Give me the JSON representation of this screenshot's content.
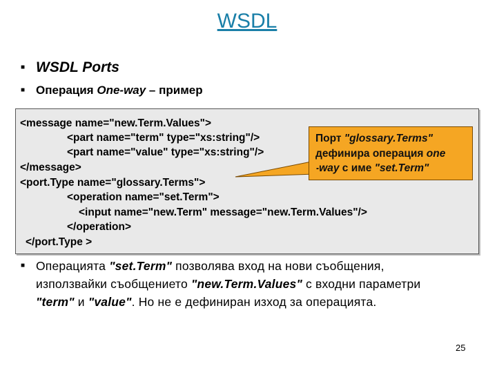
{
  "title": "WSDL",
  "bullets": {
    "b1": "WSDL Ports",
    "b2_prefix": "Операция ",
    "b2_italic": "One-way",
    "b2_suffix": " – пример"
  },
  "code_lines": [
    "<message name=\"new.Term.Values\">",
    "<part name=\"term\" type=\"xs:string\"/>",
    "<part name=\"value\" type=\"xs:string\"/>",
    "</message>",
    "<port.Type name=\"glossary.Terms\">",
    "<operation name=\"set.Term\">",
    "<input name=\"new.Term\" message=\"new.Term.Values\"/>",
    "</operation>",
    "</port.Type >"
  ],
  "callout": {
    "line1_prefix": "Порт ",
    "line1_italic": "\"glossary.Terms\"",
    "line2_prefix": "дефинира операция ",
    "line2_italic": "one",
    "line3_italic": "-way",
    "line3_mid": " с име ",
    "line3_italic2": "\"set.Term\""
  },
  "paragraph": {
    "l1_prefix": "Операцията ",
    "l1_bold": "\"set.Term\"",
    "l1_suffix": " позволява вход на нови съобщения,",
    "l2_prefix": "използвайки съобщението ",
    "l2_bold": "\"new.Term.Values\"",
    "l2_suffix": " с входни параметри",
    "l3_bold1": "\"term\"",
    "l3_mid": " и ",
    "l3_bold2": "\"value\"",
    "l3_suffix": ". Но не е дефиниран изход за операцията."
  },
  "page_number": "25",
  "colors": {
    "title": "#1a7fa8",
    "callout_fill": "#f5a623",
    "code_bg": "#e9e9e9"
  },
  "bullet_icon": "square-bullet"
}
